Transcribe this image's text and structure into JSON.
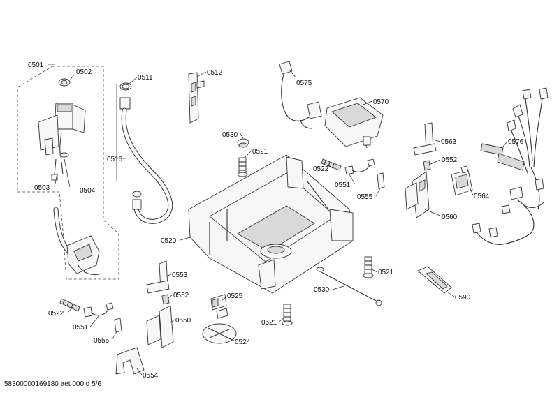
{
  "labels": {
    "p0501": "0501",
    "p0502": "0502",
    "p0503": "0503",
    "p0504": "0504",
    "p0510": "0510",
    "p0511": "0511",
    "p0512": "0512",
    "p0520": "0520",
    "p0521a": "0521",
    "p0521b": "0521",
    "p0521c": "0521",
    "p0522a": "0522",
    "p0522b": "0522",
    "p0524": "0524",
    "p0525": "0525",
    "p0530a": "0530",
    "p0530b": "0530",
    "p0550": "0550",
    "p0551a": "0551",
    "p0551b": "0551",
    "p0552a": "0552",
    "p0552b": "0552",
    "p0553": "0553",
    "p0554": "0554",
    "p0555a": "0555",
    "p0555b": "0555",
    "p0560": "0560",
    "p0563": "0563",
    "p0564": "0564",
    "p0570": "0570",
    "p0575": "0575",
    "p0576": "0576",
    "p0590": "0590"
  },
  "footer": "58300000169180 aet 000 d 5/6"
}
